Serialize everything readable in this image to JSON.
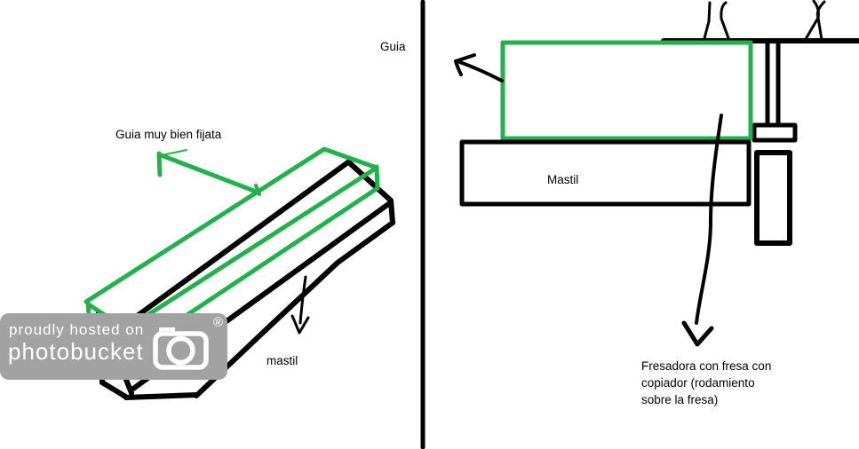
{
  "colors": {
    "ink": "#000000",
    "green": "#22b14c",
    "watermark_bg": "#a2a2a2",
    "watermark_text": "#ffffff"
  },
  "left_panel": {
    "guide_note": "Guia muy bien fijata",
    "beam_label": "mastil"
  },
  "right_panel": {
    "guide_label": "Guia",
    "beam_label": "Mastil",
    "router_note": "Fresadora con fresa con\ncopiador (rodamiento\nsobre la fresa)"
  },
  "watermark": {
    "line1": "proudly hosted on",
    "line2": "photobucket",
    "registered": "®",
    "icon": "camera-icon"
  }
}
